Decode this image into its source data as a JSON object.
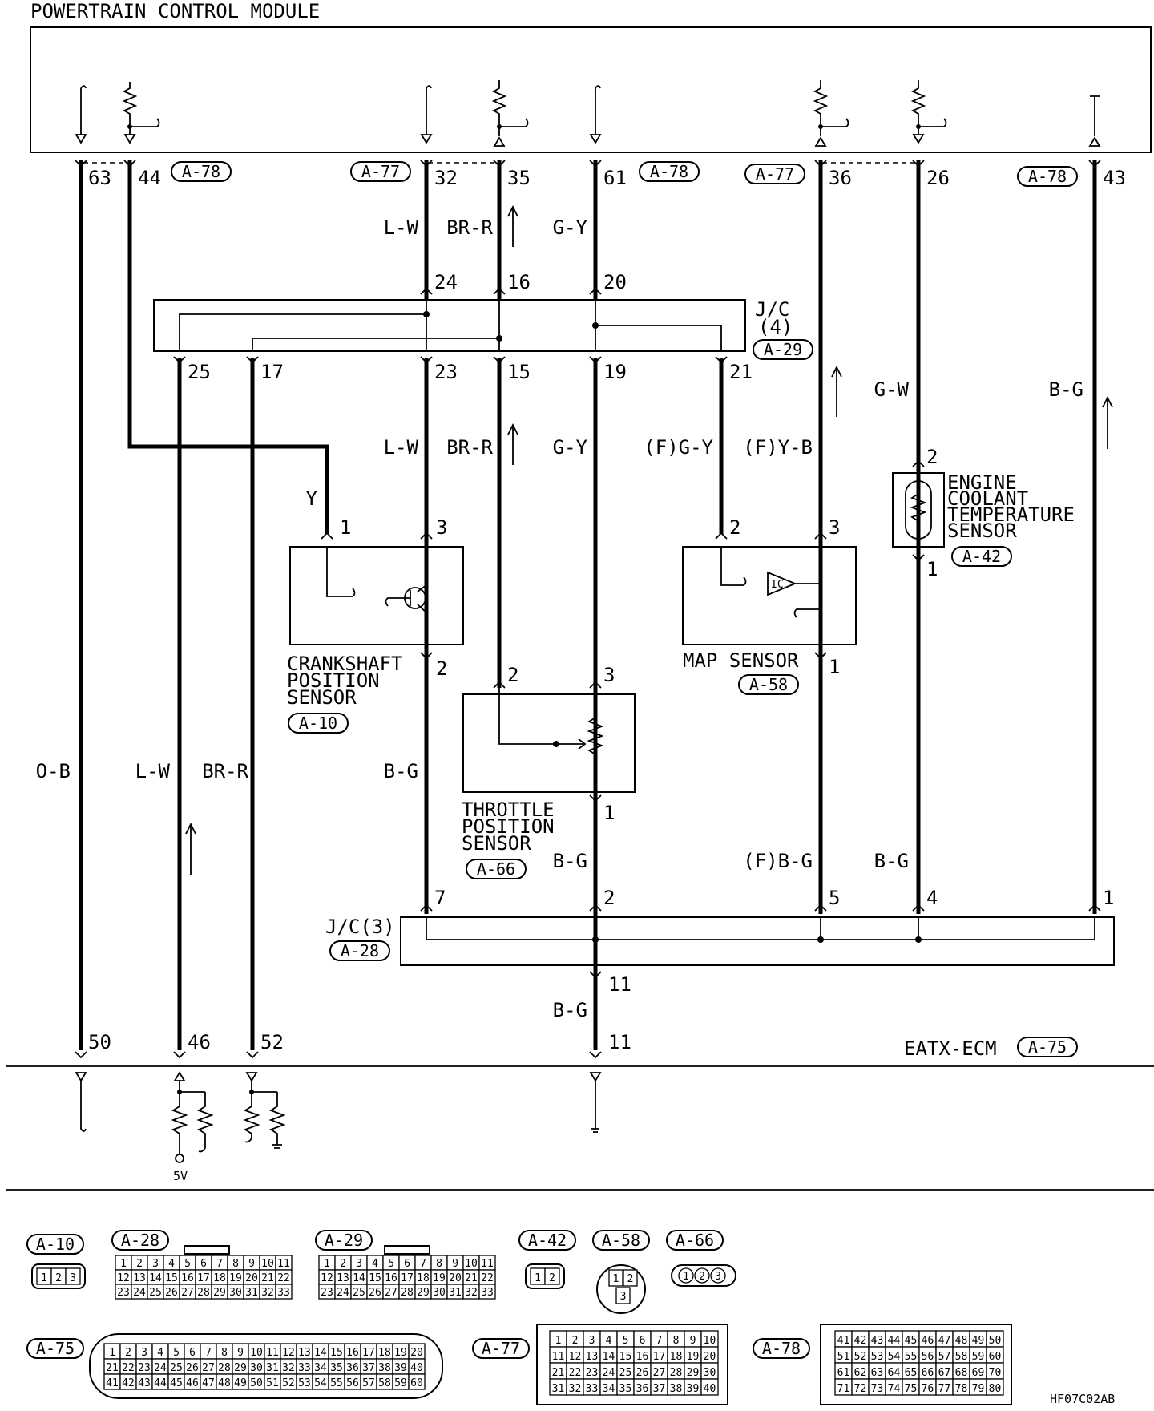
{
  "module_title": "POWERTRAIN CONTROL MODULE",
  "ecm_label": "EATX-ECM",
  "ecm_connector": "A-75",
  "module_five_volt": "5V",
  "figure_code": "HF07C02AB",
  "top_pins": [
    {
      "pin": "63",
      "connector": "A-78"
    },
    {
      "pin": "44",
      "connector": "A-78"
    },
    {
      "pin": "32",
      "connector": "A-77"
    },
    {
      "pin": "35",
      "connector": "A-77"
    },
    {
      "pin": "61",
      "connector": "A-78"
    },
    {
      "pin": "36",
      "connector": "A-77"
    },
    {
      "pin": "26",
      "connector": "A-77"
    },
    {
      "pin": "43",
      "connector": "A-78"
    }
  ],
  "top_connector_tags": [
    "A-78",
    "A-77",
    "A-78",
    "A-77",
    "A-78"
  ],
  "bottom_pins": [
    "50",
    "46",
    "52",
    "11"
  ],
  "jc4": {
    "title": "J/C",
    "number": "(4)",
    "connector": "A-29",
    "top_pins": [
      "24",
      "16",
      "20"
    ],
    "bottom_pins": [
      "25",
      "17",
      "23",
      "15",
      "19",
      "21"
    ]
  },
  "jc3": {
    "title": "J/C(3)",
    "connector": "A-28",
    "pins": [
      "7",
      "2",
      "5",
      "4",
      "1"
    ],
    "out_pins": [
      "11",
      "11"
    ]
  },
  "wire_colors": {
    "lw": "L-W",
    "brr": "BR-R",
    "gy": "G-Y",
    "gw": "G-W",
    "bg": "B-G",
    "y": "Y",
    "fgy": "(F)G-Y",
    "fyb": "(F)Y-B",
    "fbg": "(F)B-G",
    "ob": "O-B"
  },
  "components": {
    "ckp": {
      "name": [
        "CRANKSHAFT",
        "POSITION",
        "SENSOR"
      ],
      "connector": "A-10",
      "pins": [
        "1",
        "3",
        "2"
      ]
    },
    "tps": {
      "name": [
        "THROTTLE",
        "POSITION",
        "SENSOR"
      ],
      "connector": "A-66",
      "pins": [
        "2",
        "3",
        "1"
      ]
    },
    "map": {
      "name": "MAP SENSOR",
      "connector": "A-58",
      "pins": [
        "2",
        "3",
        "1"
      ]
    },
    "ect": {
      "name": [
        "ENGINE",
        "COOLANT",
        "TEMPERATURE",
        "SENSOR"
      ],
      "connector": "A-42",
      "pins": [
        "2",
        "1"
      ]
    }
  },
  "connector_views": [
    {
      "id": "A-10",
      "pins": [
        "1",
        "2",
        "3"
      ]
    },
    {
      "id": "A-28",
      "rows": [
        [
          "1",
          "2",
          "3",
          "4",
          "5",
          "6",
          "7",
          "8",
          "9",
          "10",
          "11"
        ],
        [
          "12",
          "13",
          "14",
          "15",
          "16",
          "17",
          "18",
          "19",
          "20",
          "21",
          "22"
        ],
        [
          "23",
          "24",
          "25",
          "26",
          "27",
          "28",
          "29",
          "30",
          "31",
          "32",
          "33"
        ]
      ]
    },
    {
      "id": "A-29",
      "rows": [
        [
          "1",
          "2",
          "3",
          "4",
          "5",
          "6",
          "7",
          "8",
          "9",
          "10",
          "11"
        ],
        [
          "12",
          "13",
          "14",
          "15",
          "16",
          "17",
          "18",
          "19",
          "20",
          "21",
          "22"
        ],
        [
          "23",
          "24",
          "25",
          "26",
          "27",
          "28",
          "29",
          "30",
          "31",
          "32",
          "33"
        ]
      ]
    },
    {
      "id": "A-42",
      "pins": [
        "1",
        "2"
      ]
    },
    {
      "id": "A-58",
      "pins": [
        "1",
        "2",
        "3"
      ]
    },
    {
      "id": "A-66",
      "pins": [
        "1",
        "2",
        "3"
      ]
    },
    {
      "id": "A-75",
      "rows": [
        [
          "1",
          "2",
          "3",
          "4",
          "5",
          "6",
          "7",
          "8",
          "9",
          "10",
          "11",
          "12",
          "13",
          "14",
          "15",
          "16",
          "17",
          "18",
          "19",
          "20"
        ],
        [
          "21",
          "22",
          "23",
          "24",
          "25",
          "26",
          "27",
          "28",
          "29",
          "30",
          "31",
          "32",
          "33",
          "34",
          "35",
          "36",
          "37",
          "38",
          "39",
          "40"
        ],
        [
          "41",
          "42",
          "43",
          "44",
          "45",
          "46",
          "47",
          "48",
          "49",
          "50",
          "51",
          "52",
          "53",
          "54",
          "55",
          "56",
          "57",
          "58",
          "59",
          "60"
        ]
      ]
    },
    {
      "id": "A-77",
      "rows": [
        [
          "1",
          "2",
          "3",
          "4",
          "5",
          "6",
          "7",
          "8",
          "9",
          "10"
        ],
        [
          "11",
          "12",
          "13",
          "14",
          "15",
          "16",
          "17",
          "18",
          "19",
          "20"
        ],
        [
          "21",
          "22",
          "23",
          "24",
          "25",
          "26",
          "27",
          "28",
          "29",
          "30"
        ],
        [
          "31",
          "32",
          "33",
          "34",
          "35",
          "36",
          "37",
          "38",
          "39",
          "40"
        ]
      ]
    },
    {
      "id": "A-78",
      "rows": [
        [
          "41",
          "42",
          "43",
          "44",
          "45",
          "46",
          "47",
          "48",
          "49",
          "50"
        ],
        [
          "51",
          "52",
          "53",
          "54",
          "55",
          "56",
          "57",
          "58",
          "59",
          "60"
        ],
        [
          "61",
          "62",
          "63",
          "64",
          "65",
          "66",
          "67",
          "68",
          "69",
          "70"
        ],
        [
          "71",
          "72",
          "73",
          "74",
          "75",
          "76",
          "77",
          "78",
          "79",
          "80"
        ]
      ]
    }
  ]
}
